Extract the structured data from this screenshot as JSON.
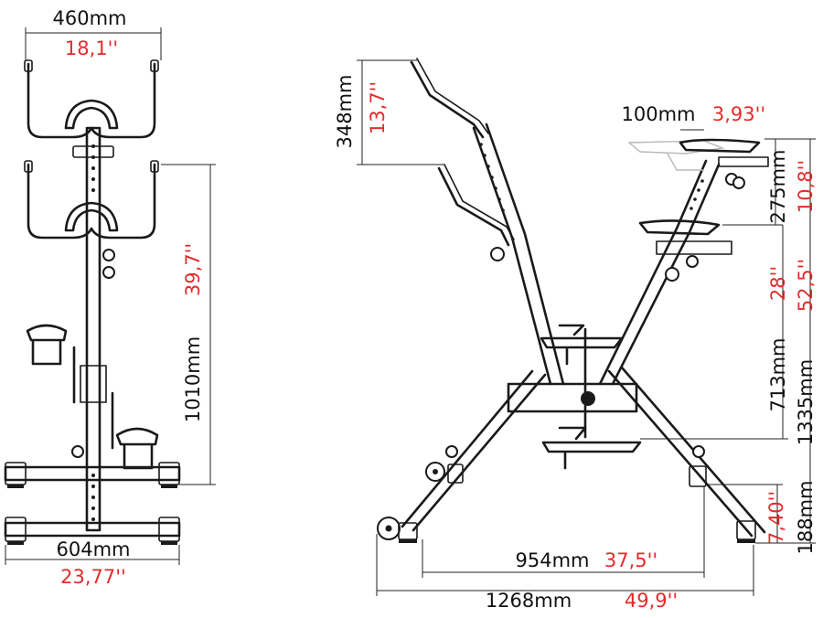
{
  "dimensions": {
    "handlebar_width_mm": "460mm",
    "handlebar_width_in": "18,1''",
    "front_height_mm": "1010mm",
    "front_height_in": "39,7''",
    "base_width_mm": "604mm",
    "base_width_in": "23,77''",
    "handlebar_adjust_mm": "348mm",
    "handlebar_adjust_in": "13,7''",
    "saddle_offset_mm": "100mm",
    "saddle_offset_in": "3,93''",
    "saddle_adjust_mm": "275mm",
    "saddle_adjust_in": "10,8''",
    "seat_min_height_mm": "713mm",
    "seat_min_height_in": "28''",
    "seat_max_height_mm": "1335mm",
    "seat_max_height_in": "52,5''",
    "foot_height_mm": "188mm",
    "foot_height_in": "7,40''",
    "feet_distance_mm": "954mm",
    "feet_distance_in": "37,5''",
    "total_length_mm": "1268mm",
    "total_length_in": "49,9''"
  },
  "colors": {
    "metric_text": "#111111",
    "imperial_text": "#e32b2b",
    "line": "#1a1a1a"
  }
}
